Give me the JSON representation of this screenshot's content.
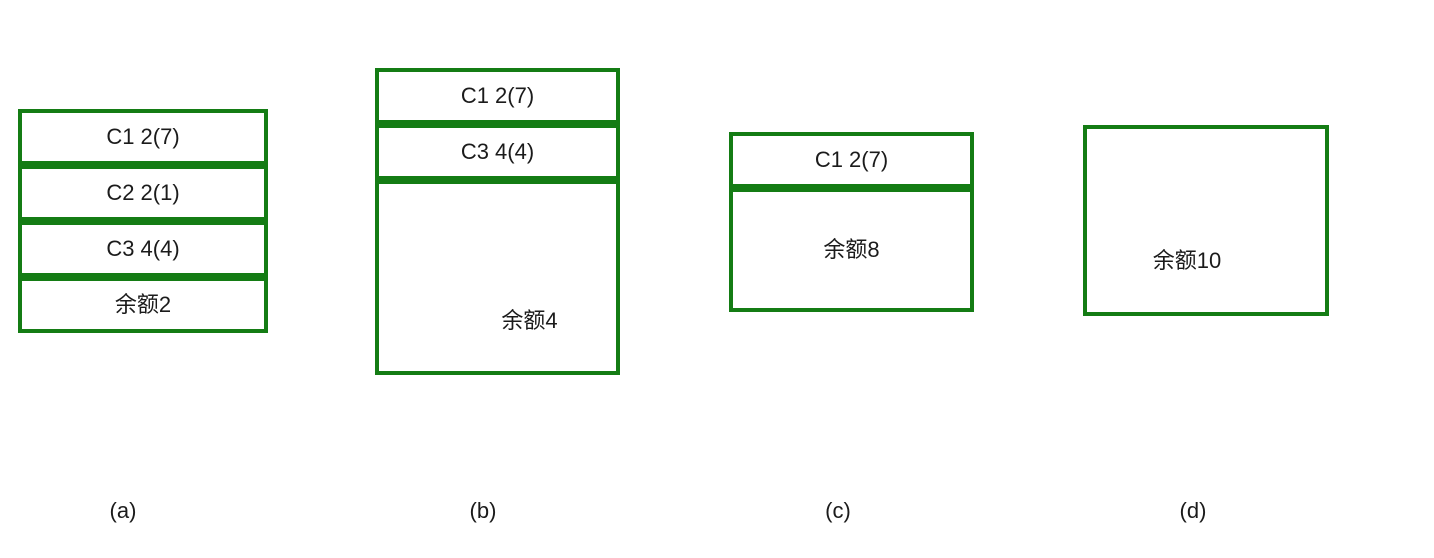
{
  "colors": {
    "border_green": "#147c14",
    "text": "#1b1b1b",
    "background": "#ffffff"
  },
  "diagrams": [
    {
      "id": "a",
      "label": "(a)",
      "cells": [
        {
          "text": "C1 2(7)"
        },
        {
          "text": "C2 2(1)"
        },
        {
          "text": "C3 4(4)"
        },
        {
          "text": "余额2"
        }
      ]
    },
    {
      "id": "b",
      "label": "(b)",
      "cells": [
        {
          "text": "C1 2(7)"
        },
        {
          "text": "C3 4(4)"
        },
        {
          "text": "余额4"
        }
      ]
    },
    {
      "id": "c",
      "label": "(c)",
      "cells": [
        {
          "text": "C1 2(7)"
        },
        {
          "text": "余额8"
        }
      ]
    },
    {
      "id": "d",
      "label": "(d)",
      "cells": [
        {
          "text": "余额10"
        }
      ]
    }
  ]
}
